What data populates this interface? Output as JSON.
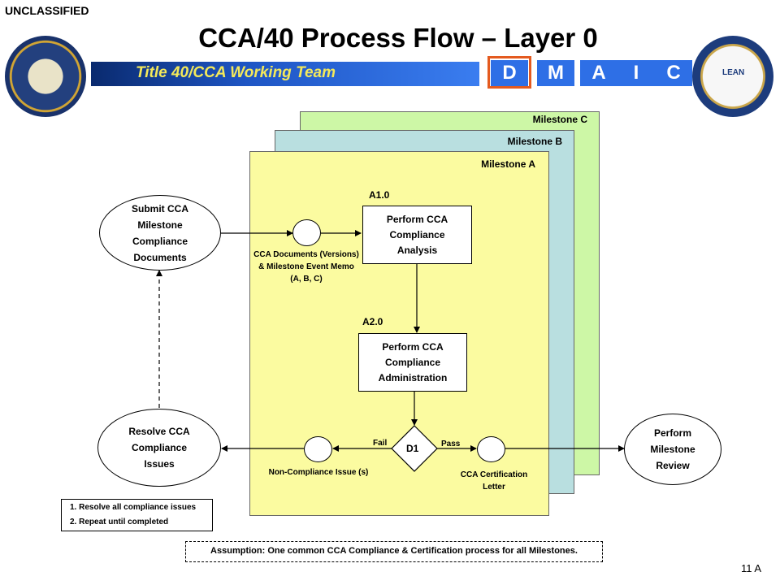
{
  "classification": "UNCLASSIFIED",
  "title": "CCA/40 Process Flow – Layer 0",
  "banner": "Title 40/CCA Working Team",
  "dmaic": [
    "D",
    "M",
    "A",
    "I",
    "C"
  ],
  "dmaic_selected": "D",
  "seal_left_icon": "dod-seal-icon",
  "seal_right_icon": "lean-six-sigma-seal-icon",
  "seal_right_text": "LEAN",
  "milestones": [
    "Milestone C",
    "Milestone B",
    "Milestone A"
  ],
  "nodes": {
    "submit": "Submit CCA Milestone Compliance Documents",
    "a1_label": "A1.0",
    "a1": "Perform CCA Compliance Analysis",
    "docs": "CCA Documents (Versions) & Milestone Event Memo (A, B, C)",
    "a2_label": "A2.0",
    "a2": "Perform CCA Compliance Administration",
    "d1": "D1",
    "fail": "Fail",
    "pass": "Pass",
    "noncompliance": "Non-Compliance Issue (s)",
    "cert": "CCA Certification Letter",
    "resolve": "Resolve CCA Compliance Issues",
    "review": "Perform Milestone Review"
  },
  "note": [
    "1. Resolve all compliance issues",
    "2. Repeat until completed"
  ],
  "assumption": "Assumption: One common CCA Compliance & Certification process for all Milestones.",
  "page_number": "11 A",
  "colors": {
    "milestone_c": "#cdf7a6",
    "milestone_b": "#b9dfe0",
    "milestone_a": "#fbfba0",
    "dmaic": "#2e6fe6",
    "highlight": "#e45a1f",
    "banner_text": "#f4e95a"
  }
}
